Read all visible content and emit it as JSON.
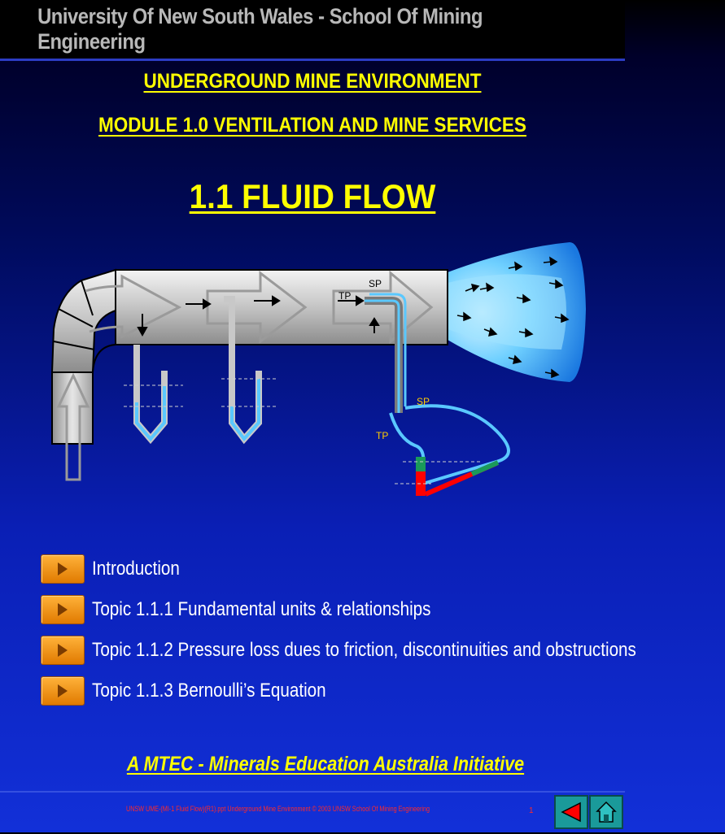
{
  "header": {
    "title": "University Of New South Wales - School Of Mining Engineering"
  },
  "titles": {
    "line1": "UNDERGROUND MINE ENVIRONMENT",
    "line2": "MODULE 1.0 VENTILATION AND MINE SERVICES",
    "main": "1.1 FLUID FLOW"
  },
  "diagram": {
    "labels": {
      "sp_top": "SP",
      "tp_top": "TP",
      "sp_lower": "SP",
      "tp_lower": "TP"
    },
    "colors": {
      "duct": "#c8c8c8",
      "air_jet": "#4fb8ff",
      "tube": "#5ac8ff",
      "manometer_red": "#ff0000",
      "manometer_green": "#1a9a5a"
    }
  },
  "menu": {
    "items": [
      {
        "label": "Introduction"
      },
      {
        "label": "Topic 1.1.1 Fundamental units & relationships"
      },
      {
        "label": "Topic 1.1.2 Pressure loss dues to friction, discontinuities and obstructions"
      },
      {
        "label": "Topic 1.1.3 Bernoulli’s Equation"
      }
    ]
  },
  "initiative": "A MTEC - Minerals Education Australia Initiative",
  "footer": {
    "text": "UNSW UME-(MI-1 Fluid Flow)(R1).ppt  Underground Mine Environment  © 2003 UNSW School Of Mining Engineering",
    "page": "1",
    "back_icon": "back-arrow-icon",
    "home_icon": "home-icon"
  }
}
